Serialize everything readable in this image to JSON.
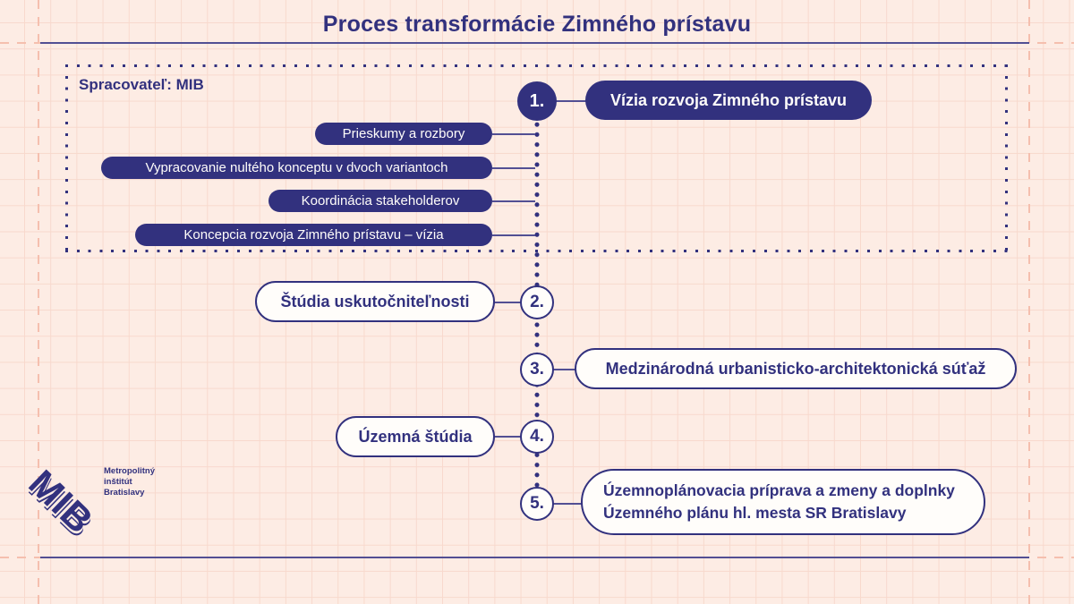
{
  "title": "Proces transformácie Zimného prístavu",
  "colors": {
    "navy": "#32317e",
    "background": "#fdece4",
    "grid_line": "#f8d9cd",
    "margin_guide": "#f5bfae",
    "rule_line": "#524f93",
    "pill_fill": "#fffdfa"
  },
  "phase1": {
    "owner_label": "Spracovateľ: MIB",
    "substeps": [
      "Prieskumy a rozbory",
      "Vypracovanie nultého konceptu v dvoch variantoch",
      "Koordinácia stakeholderov",
      "Koncepcia rozvoja Zimného prístavu – vízia"
    ]
  },
  "steps": [
    {
      "num": "1.",
      "label": "Vízia rozvoja Zimného prístavu"
    },
    {
      "num": "2.",
      "label": "Štúdia uskutočniteľnosti"
    },
    {
      "num": "3.",
      "label": "Medzinárodná urbanisticko-architektonická súťaž"
    },
    {
      "num": "4.",
      "label": "Územná štúdia"
    },
    {
      "num": "5.",
      "lines": [
        "Územnoplánovacia príprava a zmeny a doplnky",
        "Územného plánu hl. mesta SR Bratislavy"
      ]
    }
  ],
  "logo": {
    "mark": "MIB",
    "caption": [
      "Metropolitný",
      "inštitút",
      "Bratislavy"
    ]
  }
}
